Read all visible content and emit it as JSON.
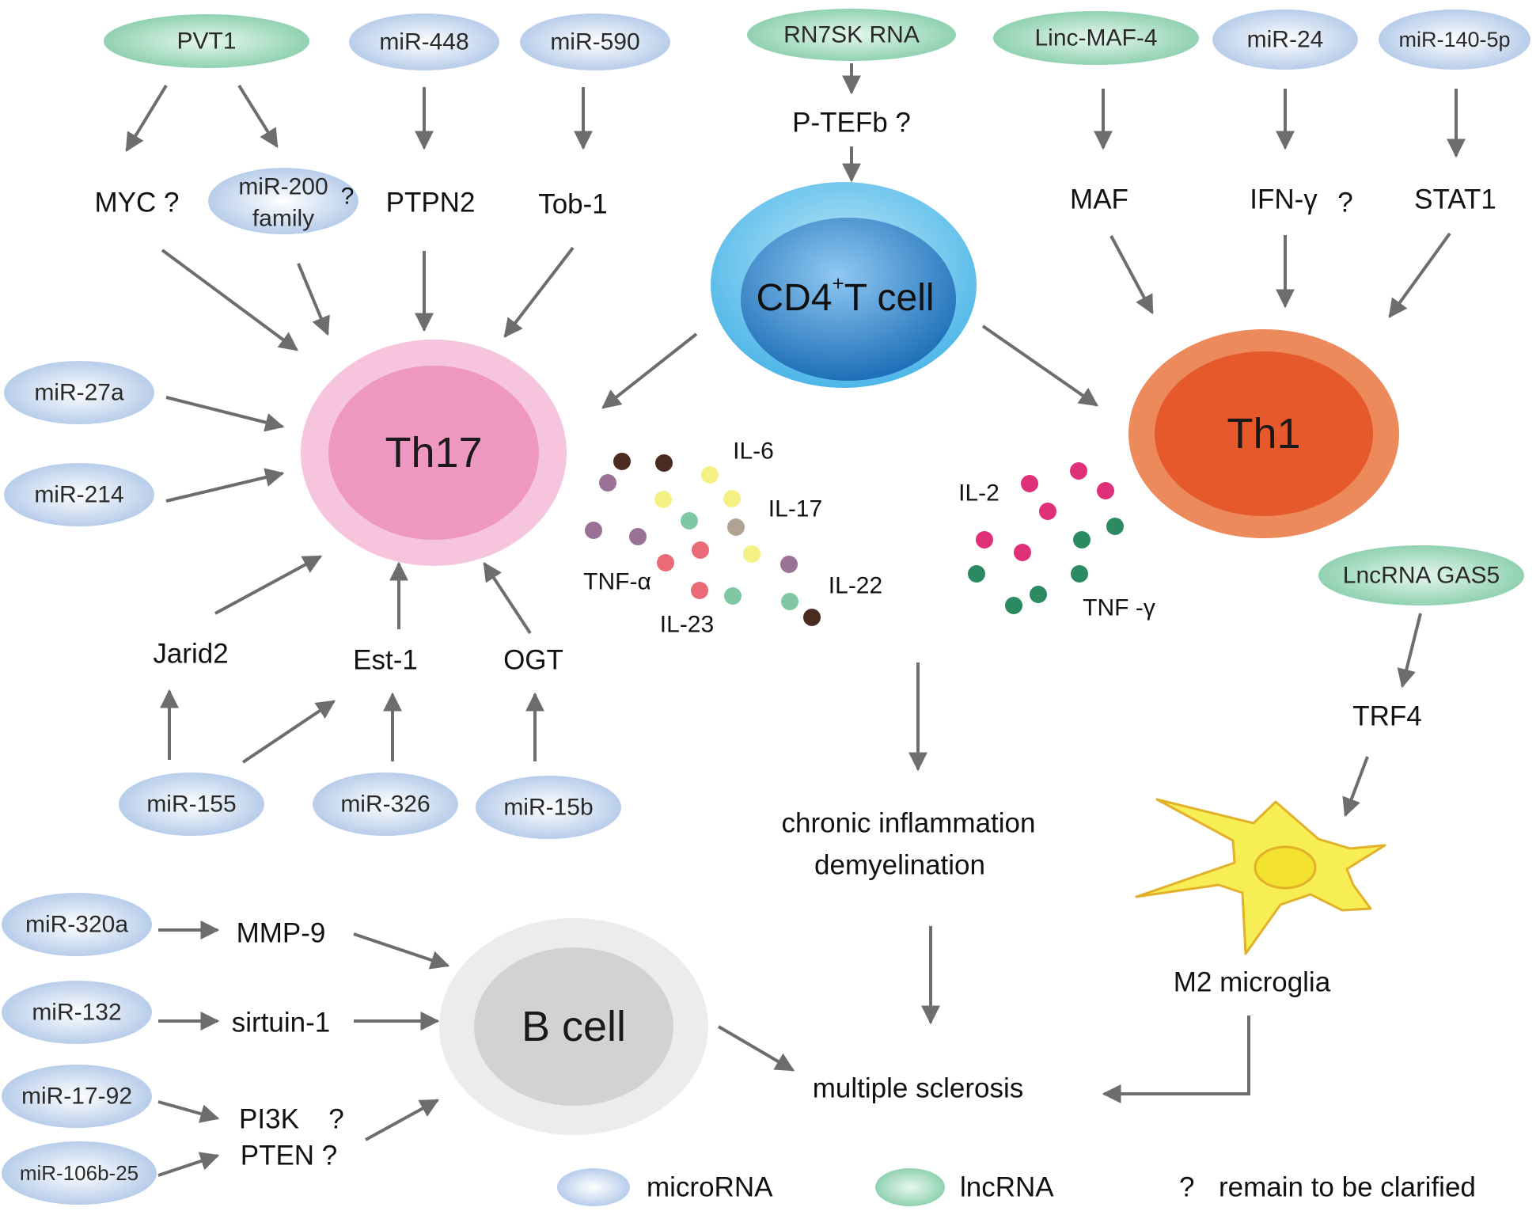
{
  "colors": {
    "mirna": "#b9cfe9",
    "lncrna": "#8fd3b2",
    "th17_outer": "#f6c4dc",
    "th17_inner": "#ee97c0",
    "th1_outer": "#ec8a5c",
    "th1_inner": "#e6592b",
    "cd4_outer": "#5ec2ec",
    "cd4_inner": "#2a82c7",
    "bcell_outer": "#ececec",
    "bcell_inner": "#d2d2d2",
    "microglia": "#f6ec52",
    "arrow": "#6d6d6d"
  },
  "cells": {
    "th17": "Th17",
    "th1": "Th1",
    "cd4": "CD4",
    "cd4_sup": "+",
    "cd4_rest": "T cell",
    "bcell": "B cell",
    "microglia": "M2 microglia"
  },
  "mirna": {
    "mir448": "miR-448",
    "mir590": "miR-590",
    "mir200": "miR-200",
    "mir200_2": "family",
    "mir24": "miR-24",
    "mir140": "miR-140-5p",
    "mir27a": "miR-27a",
    "mir214": "miR-214",
    "mir155": "miR-155",
    "mir326": "miR-326",
    "mir15b": "miR-15b",
    "mir320a": "miR-320a",
    "mir132": "miR-132",
    "mir1792": "miR-17-92",
    "mir106b": "miR-106b-25"
  },
  "lncrna": {
    "pvt1": "PVT1",
    "rn7sk": "RN7SK RNA",
    "lincmaf4": "Linc-MAF-4",
    "gas5": "LncRNA GAS5"
  },
  "targets": {
    "myc": "MYC ?",
    "q200": "?",
    "ptpn2": "PTPN2",
    "tob1": "Tob-1",
    "ptefb": "P-TEFb ?",
    "maf": "MAF",
    "ifng": "IFN-γ",
    "ifng_q": "?",
    "stat1": "STAT1",
    "jarid2": "Jarid2",
    "est1": "Est-1",
    "ogt": "OGT",
    "trf4": "TRF4",
    "mmp9": "MMP-9",
    "sirtuin1": "sirtuin-1",
    "pi3k": "PI3K",
    "pi3k_q": "?",
    "pten": "PTEN ?"
  },
  "cytokines": {
    "il6": "IL-6",
    "il17": "IL-17",
    "il22": "IL-22",
    "il23": "IL-23",
    "tnfa": "TNF-α",
    "il2": "IL-2",
    "tnfg": "TNF -γ"
  },
  "outcomes": {
    "chronic": "chronic inflammation",
    "demyelination": "demyelination",
    "ms": "multiple sclerosis"
  },
  "legend": {
    "microrna": "microRNA",
    "lncrna": "lncRNA",
    "q_mark": "?",
    "q_text": "remain to be clarified"
  }
}
